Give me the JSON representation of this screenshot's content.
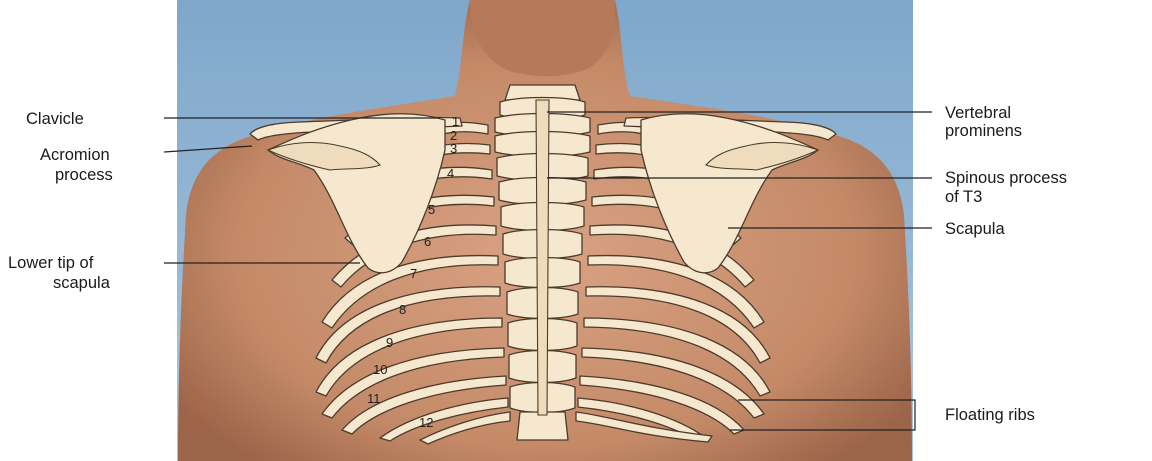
{
  "labels": {
    "clavicle": "Clavicle",
    "acromion_1": "Acromion",
    "acromion_2": "process",
    "lower_tip_1": "Lower tip of",
    "lower_tip_2": "scapula",
    "vertebral_1": "Vertebral",
    "vertebral_2": "prominens",
    "spinous_1": "Spinous process",
    "spinous_2": "of T3",
    "scapula": "Scapula",
    "floating": "Floating ribs"
  },
  "rib_numbers": [
    "1",
    "2",
    "3",
    "4",
    "5",
    "6",
    "7",
    "8",
    "9",
    "10",
    "11",
    "12"
  ],
  "colors": {
    "background": "#8fb3d2",
    "skin": "#c98f6d",
    "bone": "#f6e7cf",
    "outline": "#4a3b2c"
  }
}
